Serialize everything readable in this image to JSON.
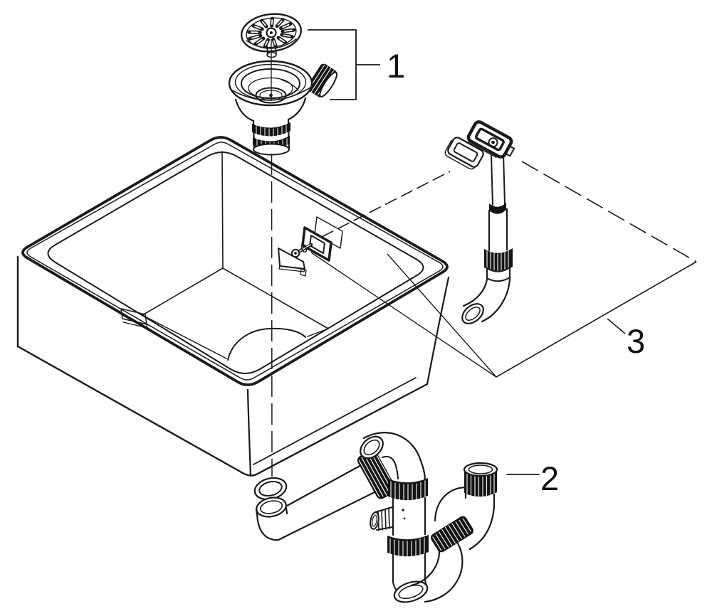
{
  "colors": {
    "background": "#ffffff",
    "line": "#1a1a1a"
  },
  "callouts": [
    {
      "text": "1"
    },
    {
      "text": "2"
    },
    {
      "text": "3"
    }
  ]
}
